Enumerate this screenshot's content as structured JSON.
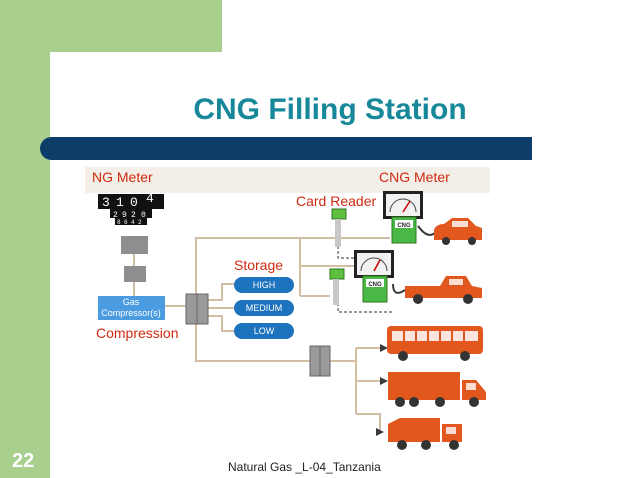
{
  "slide": {
    "title": "CNG Filling Station",
    "page_number": "22",
    "footer": "Natural Gas _L-04_Tanzania"
  },
  "diagram": {
    "labels": {
      "ng_meter": "NG Meter",
      "cng_meter": "CNG Meter",
      "card_reader": "Card Reader",
      "storage": "Storage",
      "compression": "Compression",
      "compressor": "Gas Compressor(s)"
    },
    "meter_digits_row1": [
      "3",
      "1",
      "0",
      "4"
    ],
    "meter_digits_row2": [
      "2",
      "9",
      "2",
      "0"
    ],
    "meter_digits_row3": [
      "8",
      "6",
      "4",
      "2"
    ],
    "storage_tanks": [
      "HIGH",
      "MEDIUM",
      "LOW"
    ],
    "dispenser_badge": "CNG"
  },
  "colors": {
    "accent_red": "#d02a10",
    "vehicle": "#e2571e",
    "tank": "#1e73be",
    "pipe": "#d2bfa3",
    "title": "#17889a",
    "bar": "#0c3e69"
  }
}
